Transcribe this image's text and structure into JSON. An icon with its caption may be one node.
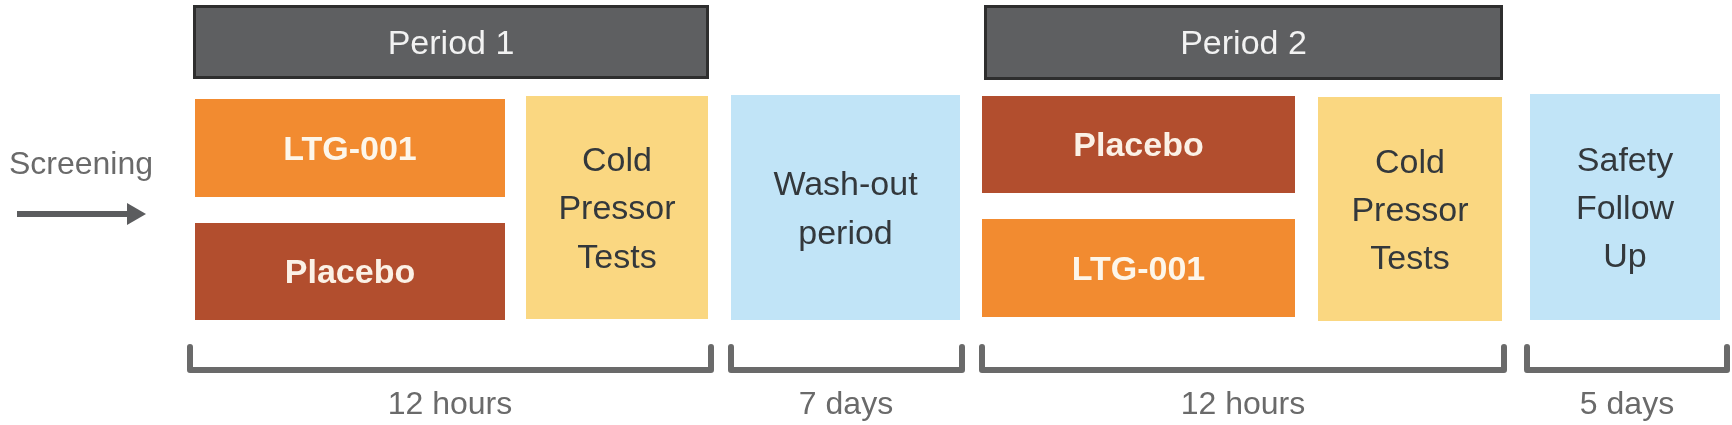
{
  "diagram": {
    "nodes": [
      {
        "text": [
          "Period 1"
        ]
      },
      {
        "text": [
          "LTG-001"
        ]
      },
      {
        "text": [
          "Placebo"
        ]
      },
      {
        "text": [
          "Cold Pressor Tests"
        ]
      },
      {
        "text": [
          "Wash-out period"
        ]
      },
      {
        "text": [
          "Period 2"
        ]
      },
      {
        "text": [
          "Placebo"
        ]
      },
      {
        "text": [
          "LTG-001"
        ]
      },
      {
        "text": [
          "Cold Pressor Tests"
        ]
      },
      {
        "text": [
          "Safety Follow Up"
        ]
      }
    ],
    "labels": [
      "Screening",
      "12 hours",
      "7 days",
      "12 hours",
      "5 days"
    ]
  }
}
